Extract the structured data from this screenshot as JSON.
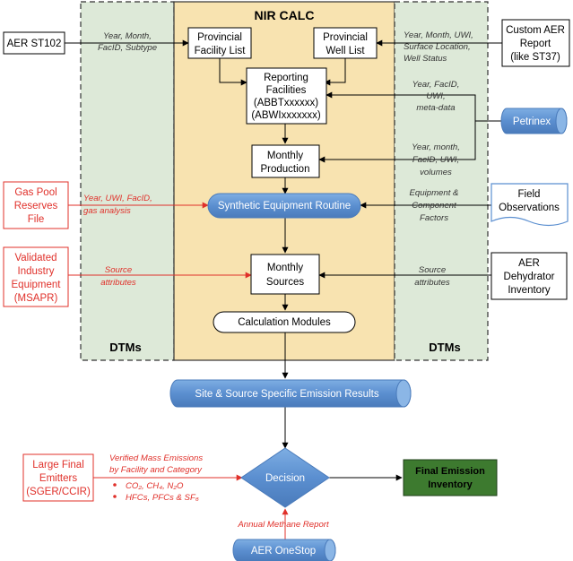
{
  "panels": {
    "nir_calc_title": "NIR CALC",
    "dtm_left": "DTMs",
    "dtm_right": "DTMs"
  },
  "inputs": {
    "aer_st102": "AER ST102",
    "custom_aer_report": [
      "Custom AER",
      "Report",
      "(like ST37)"
    ],
    "petrinex": "Petrinex",
    "field_observations": [
      "Field",
      "Observations"
    ],
    "aer_dehydrator_inventory": [
      "AER",
      "Dehydrator",
      "Inventory"
    ],
    "gas_pool_reserves": [
      "Gas Pool",
      "Reserves",
      "File"
    ],
    "validated_industry_equipment": [
      "Validated",
      "Industry",
      "Equipment",
      "(MSAPR)"
    ],
    "large_final_emitters": [
      "Large Final",
      "Emitters",
      "(SGER/CCIR)"
    ],
    "aer_onestop": "AER OneStop"
  },
  "process": {
    "provincial_facility_list": [
      "Provincial",
      "Facility List"
    ],
    "provincial_well_list": [
      "Provincial",
      "Well List"
    ],
    "reporting_facilities": [
      "Reporting",
      "Facilities",
      "(ABBTxxxxxx)",
      "(ABWIxxxxxxx)"
    ],
    "monthly_production": [
      "Monthly",
      "Production"
    ],
    "synthetic_equipment_routine": "Synthetic Equipment Routine",
    "monthly_sources": [
      "Monthly",
      "Sources"
    ],
    "calculation_modules": "Calculation Modules",
    "emission_results": "Site & Source Specific Emission Results",
    "decision": "Decision",
    "final_emission_inventory": [
      "Final Emission",
      "Inventory"
    ]
  },
  "annotations": {
    "st102_fields": [
      "Year, Month,",
      "FacID, Subtype"
    ],
    "custom_report_fields": [
      "Year, Month, UWI,",
      "Surface Location,",
      "Well Status"
    ],
    "petrinex_meta": [
      "Year, FacID,",
      "UWI,",
      "meta-data"
    ],
    "petrinex_volumes": [
      "Year, month,",
      "FacID, UWI,",
      "volumes"
    ],
    "equipment_factors": [
      "Equipment &",
      "Component",
      "Factors"
    ],
    "dehydrator_attributes": [
      "Source",
      "attributes"
    ],
    "gas_pool_fields": [
      "Year, UWI, FacID,",
      "gas analysis"
    ],
    "msapr_attributes": [
      "Source",
      "attributes"
    ],
    "verified_mass_emissions": [
      "Verified Mass Emissions",
      "by Facility and Category"
    ],
    "ghg_list": [
      "CO₂, CH₄, N₂O",
      "HFCs, PFCs & SF₆"
    ],
    "annual_methane_report": "Annual Methane Report"
  },
  "colors": {
    "nir_panel": "#f8e3b0",
    "dtm_panel": "#dde9d8",
    "accent_blue": "#5b8fd0",
    "dark_green": "#3d7a2f",
    "input_red": "#e0302a"
  }
}
